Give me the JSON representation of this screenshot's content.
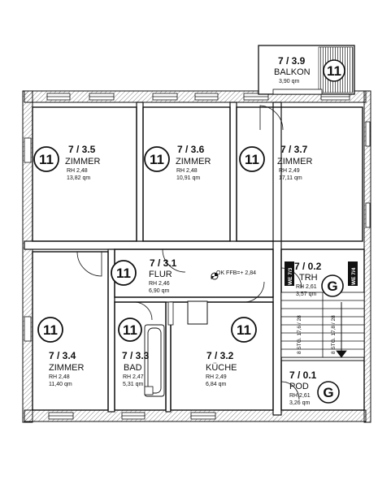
{
  "rooms": {
    "balkon": {
      "id": "7 / 3.9",
      "name": "BALKON",
      "area": "3,90 qm",
      "badge": "11"
    },
    "zimmer_35": {
      "id": "7 / 3.5",
      "name": "ZIMMER",
      "rh": "RH 2,48",
      "area": "13,82 qm",
      "badge": "11"
    },
    "zimmer_36": {
      "id": "7 / 3.6",
      "name": "ZIMMER",
      "rh": "RH 2,48",
      "area": "10,91 qm",
      "badge": "11"
    },
    "zimmer_37": {
      "id": "7 / 3.7",
      "name": "ZIMMER",
      "rh": "RH 2,49",
      "area": "17,11 qm",
      "badge": "11"
    },
    "flur": {
      "id": "7 / 3.1",
      "name": "FLUR",
      "rh": "RH 2,46",
      "area": "6,90 qm",
      "badge": "11"
    },
    "trh": {
      "id": "7 / 0.2",
      "name": "TRH",
      "rh": "RH 2,61",
      "area": "3,57 qm",
      "badge": "G"
    },
    "zimmer_34": {
      "id": "7 / 3.4",
      "name": "ZIMMER",
      "rh": "RH 2,48",
      "area": "11,40 qm",
      "badge": "11"
    },
    "bad": {
      "id": "7 / 3.3",
      "name": "BAD",
      "rh": "RH 2,47",
      "area": "5,31 qm",
      "badge": "11"
    },
    "kueche": {
      "id": "7 / 3.2",
      "name": "KÜCHE",
      "rh": "RH 2,49",
      "area": "6,84 qm",
      "badge": "11"
    },
    "pod": {
      "id": "7 / 0.1",
      "name": "POD",
      "rh": "RH 2,61",
      "area": "3,26 qm",
      "badge": "G"
    }
  },
  "annotations": {
    "level": "OK FFB=+ 2,84",
    "stairs_left": "8 STG. 17,6 / 28",
    "stairs_right": "8 STG. 17,8 / 28",
    "we_left": "WE 7/3",
    "we_right": "WE 7/4"
  }
}
